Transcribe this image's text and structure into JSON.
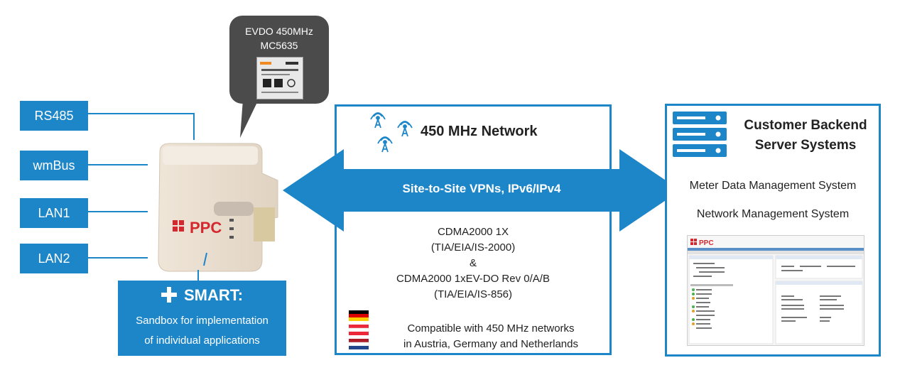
{
  "ports": [
    "RS485",
    "wmBus",
    "LAN1",
    "LAN2"
  ],
  "bubble": {
    "line1": "EVDO 450MHz",
    "line2": "MC5635"
  },
  "device": {
    "brand": "PPC"
  },
  "smart": {
    "title": "SMART:",
    "line1": "Sandbox for implementation",
    "line2": "of individual applications"
  },
  "network": {
    "title": "450 MHz Network",
    "vpn": "Site-to-Site VPNs, IPv6/IPv4",
    "std1": "CDMA2000 1X",
    "std1_ref": "(TIA/EIA/IS-2000)",
    "amp": "&",
    "std2": "CDMA2000 1xEV-DO Rev 0/A/B",
    "std2_ref": "(TIA/EIA/IS-856)",
    "compat1": "Compatible with 450 MHz networks",
    "compat2": "in Austria, Germany and Netherlands"
  },
  "backend": {
    "title1": "Customer Backend",
    "title2": "Server Systems",
    "mdm": "Meter Data Management System",
    "nms": "Network Management System",
    "screenshot_brand": "PPC"
  },
  "colors": {
    "accent": "#1d86c9",
    "bubble": "#4b4b4b"
  }
}
